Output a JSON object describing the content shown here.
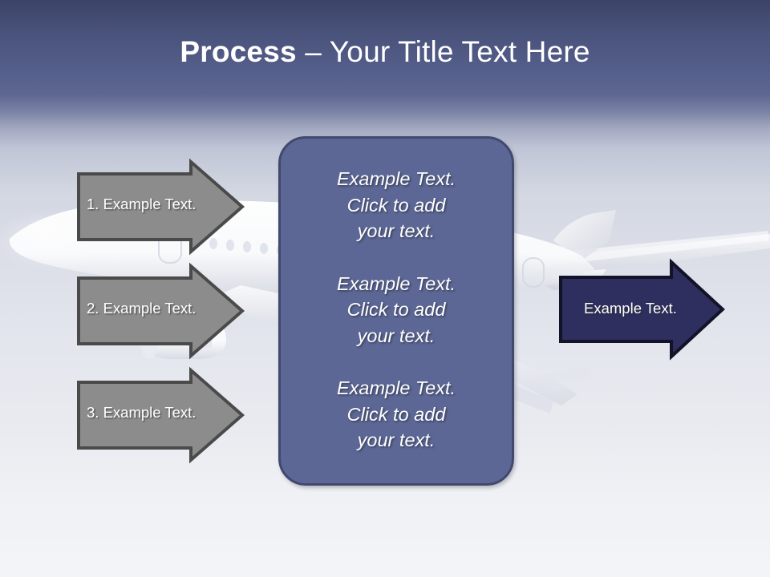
{
  "slide": {
    "title": {
      "bold_part": "Process",
      "normal_part": " – Your Title Text Here"
    },
    "background": {
      "top_color": "#3b4467",
      "mid_color": "#5d6792",
      "bottom_color": "#f2f4f8",
      "watermark": "airplane-illustration"
    }
  },
  "left_arrows": [
    {
      "label": "1. Example Text.",
      "fill": "#8c8c8c",
      "stroke": "#4a4a4a"
    },
    {
      "label": "2. Example Text.",
      "fill": "#8c8c8c",
      "stroke": "#4a4a4a"
    },
    {
      "label": "3. Example Text.",
      "fill": "#8c8c8c",
      "stroke": "#4a4a4a"
    }
  ],
  "center_panel": {
    "fill": "#5c6795",
    "stroke": "#41496e",
    "blocks": [
      {
        "line1": "Example Text.",
        "line2": "Click  to add",
        "line3": "your text."
      },
      {
        "line1": "Example Text.",
        "line2": "Click  to add",
        "line3": "your text."
      },
      {
        "line1": "Example Text.",
        "line2": "Click  to add",
        "line3": "your text."
      }
    ]
  },
  "result_arrow": {
    "label": "Example Text.",
    "fill": "#2e2f5e",
    "stroke": "#121228"
  }
}
